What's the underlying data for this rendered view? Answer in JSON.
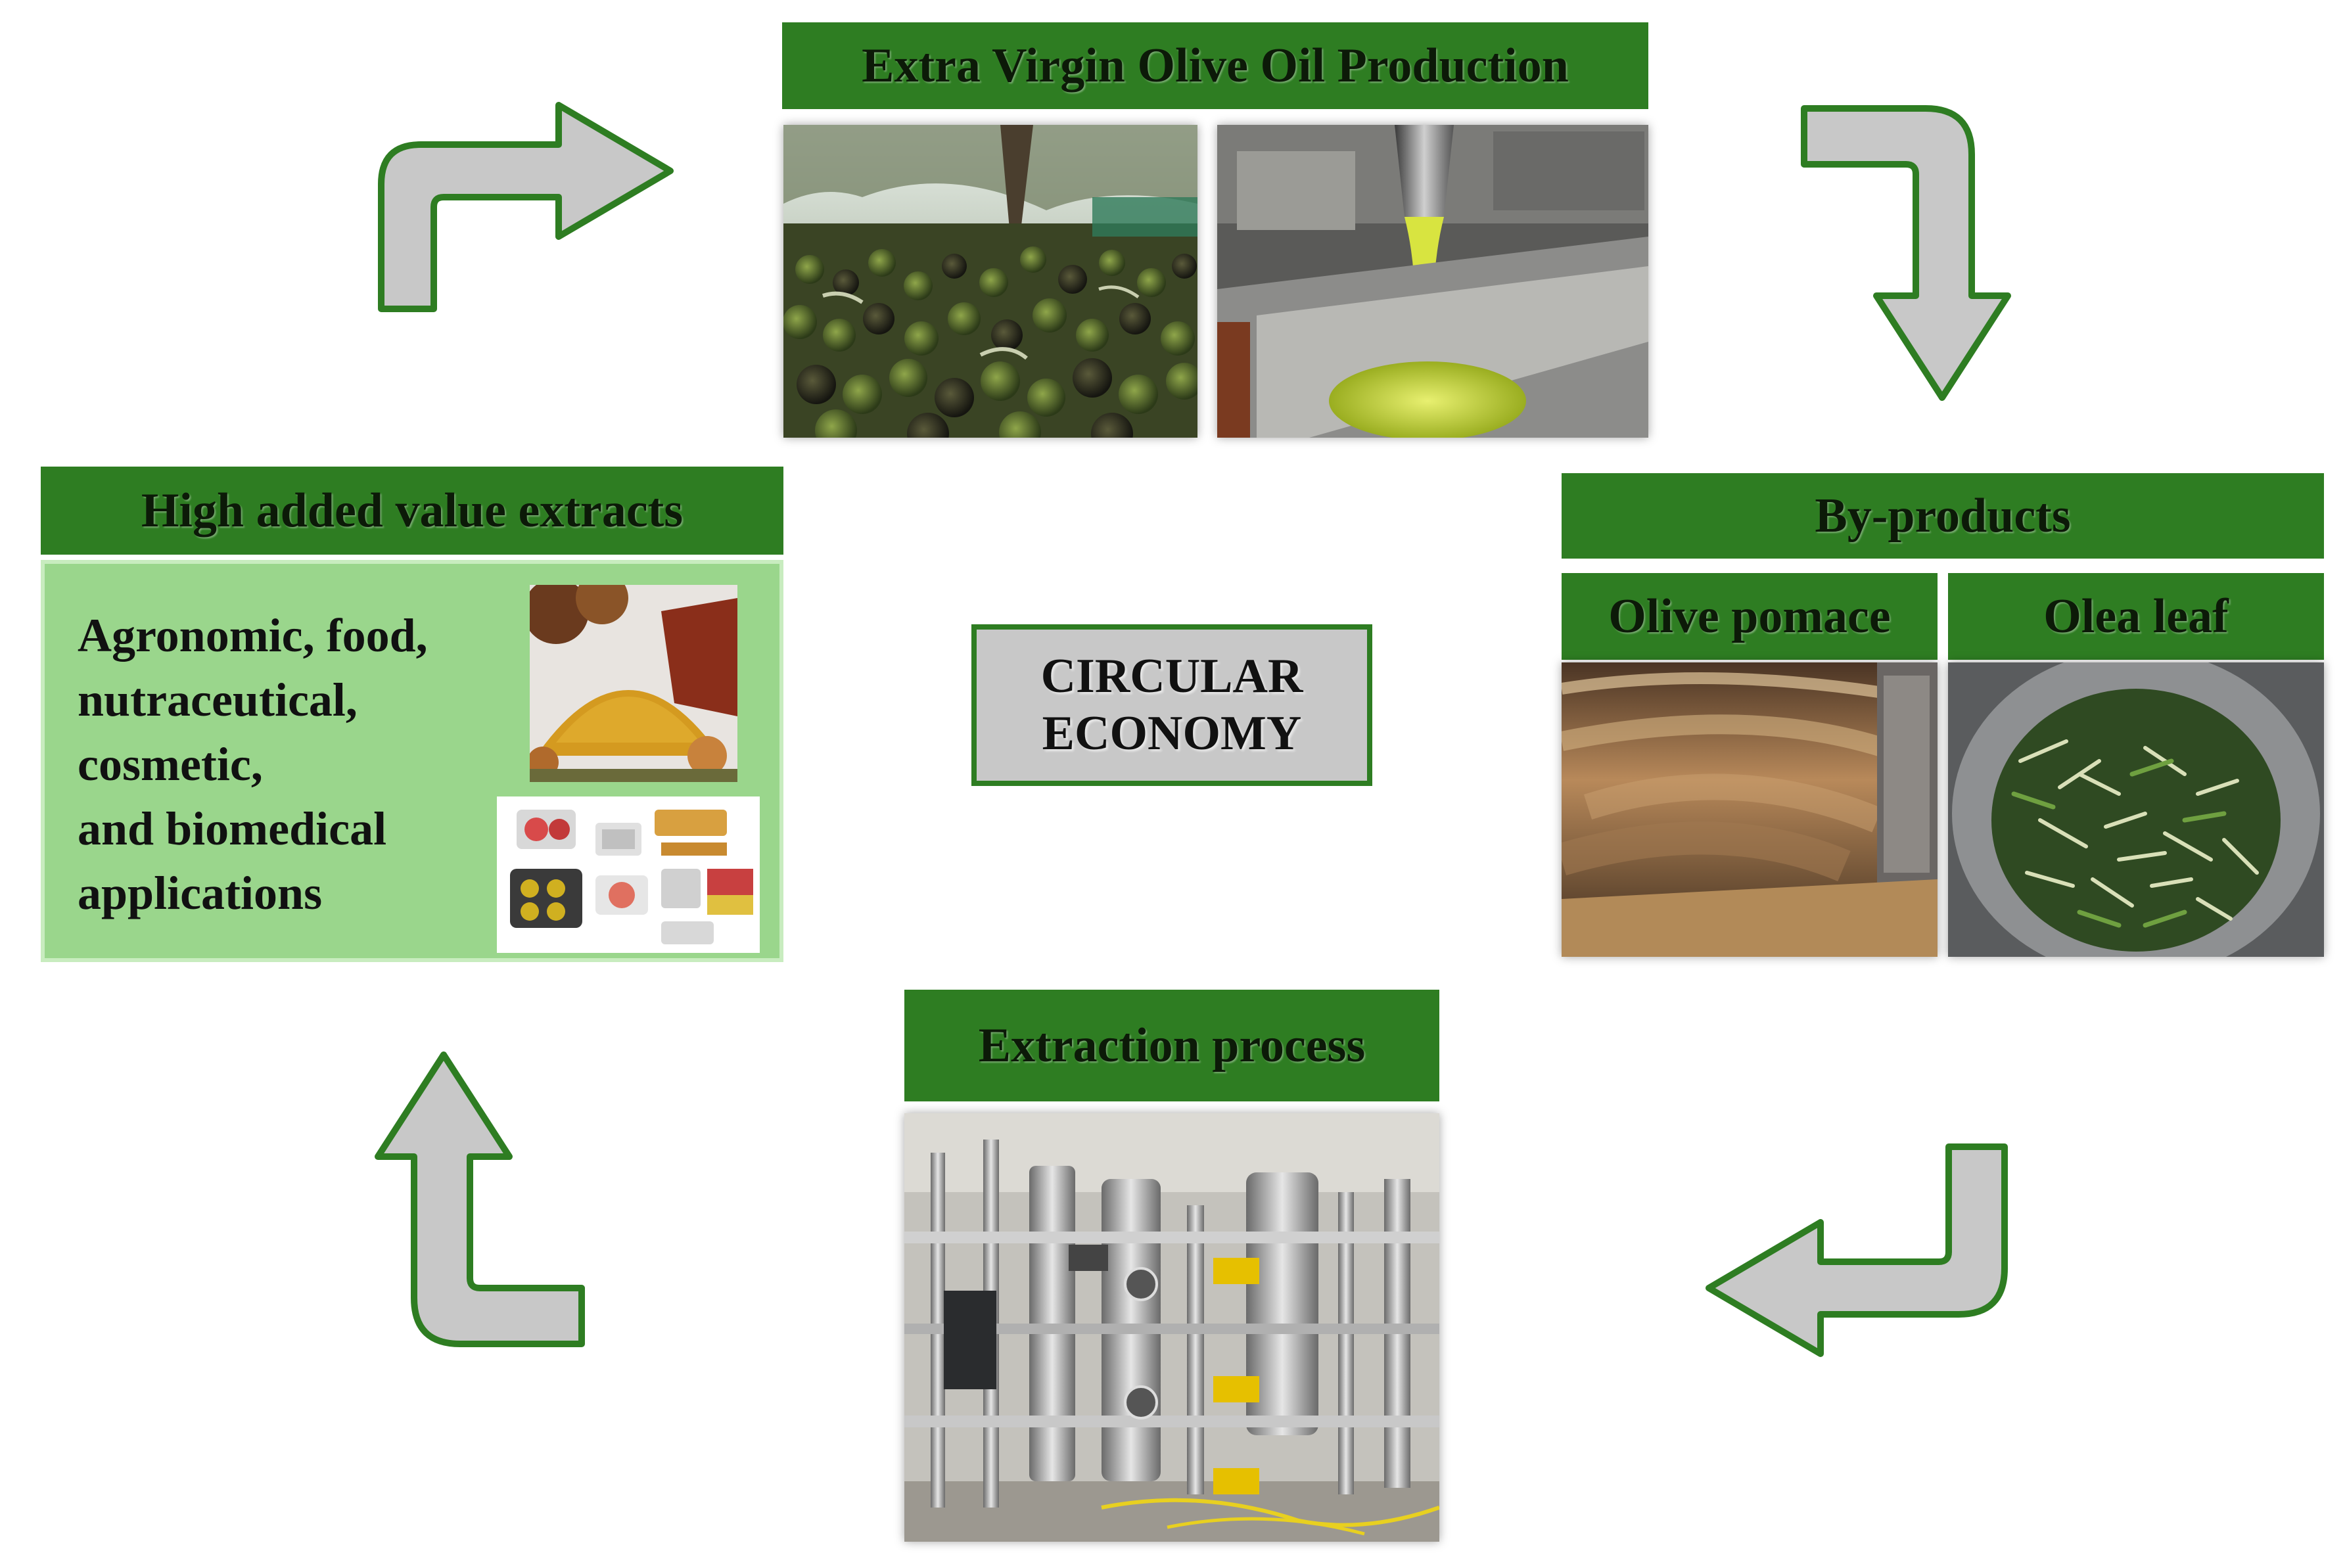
{
  "top": {
    "title": "Extra Virgin Olive Oil Production",
    "images": [
      "olive-harvest-photo",
      "olive-oil-pouring-photo"
    ]
  },
  "byproducts": {
    "title": "By-products",
    "pomace_label": "Olive pomace",
    "leaf_label": "Olea leaf"
  },
  "extraction": {
    "title": "Extraction process"
  },
  "extracts": {
    "title": "High added value extracts",
    "lines": [
      "Agronomic,  food,",
      "nutraceutical,",
      "cosmetic,",
      "and biomedical",
      "applications"
    ]
  },
  "center": {
    "line1": "CIRCULAR",
    "line2": "ECONOMY"
  },
  "colors": {
    "green_dark": "#2e7d22",
    "green_light": "#9ad68c",
    "arrow_fill": "#c8c8c8",
    "arrow_border": "#2e7d22"
  }
}
